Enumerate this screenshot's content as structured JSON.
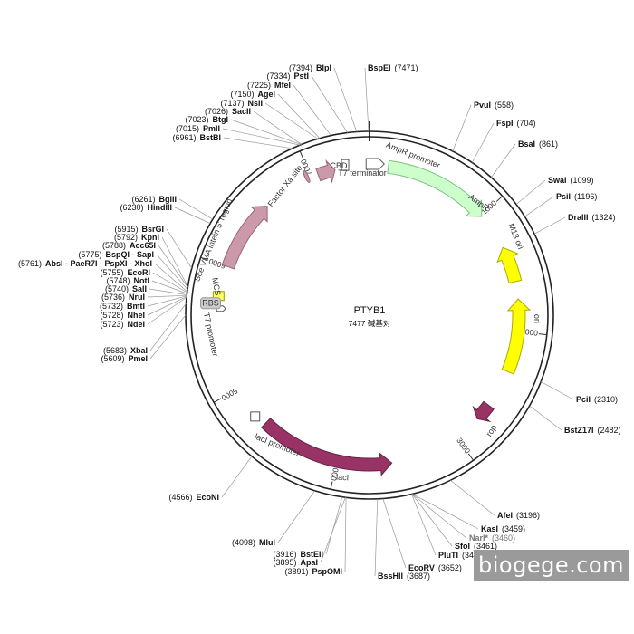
{
  "plasmid": {
    "name": "PTYB1",
    "length": 7477,
    "length_label": "7477 碱基对"
  },
  "ticks": [
    {
      "pos": 1000,
      "label": "1000"
    },
    {
      "pos": 2000,
      "label": "2000"
    },
    {
      "pos": 3000,
      "label": "3000"
    },
    {
      "pos": 4000,
      "label": "4000"
    },
    {
      "pos": 5000,
      "label": "5000"
    },
    {
      "pos": 6000,
      "label": "6000"
    },
    {
      "pos": 7000,
      "label": "7000"
    }
  ],
  "features": [
    {
      "name": "AmpR promoter",
      "start": 7475,
      "end": 100,
      "color": "#ffffff",
      "stroke": "#555555",
      "kind": "promoter"
    },
    {
      "name": "AmpR",
      "start": 150,
      "end": 1010,
      "color": "#ccffcc",
      "stroke": "#7fbf7f"
    },
    {
      "name": "M13 ori",
      "start": 1310,
      "end": 1600,
      "color": "#ffff00",
      "stroke": "#aaaa00",
      "reverse": true
    },
    {
      "name": "ori",
      "start": 1740,
      "end": 2330,
      "color": "#ffff00",
      "stroke": "#aaaa00",
      "reverse": true
    },
    {
      "name": "rop",
      "start": 2640,
      "end": 2780,
      "color": "#993366",
      "stroke": "#662244"
    },
    {
      "name": "lacI",
      "start": 3560,
      "end": 4650,
      "color": "#993366",
      "stroke": "#662244",
      "reverse": true
    },
    {
      "name": "lacI promoter",
      "start": 4720,
      "end": 4760,
      "color": "#ffffff",
      "stroke": "#555555",
      "kind": "promoter"
    },
    {
      "name": "Sce VMA intein 5' region",
      "start": 6000,
      "end": 6580,
      "color": "#cc99aa",
      "stroke": "#996677"
    },
    {
      "name": "MCS",
      "start": 5755,
      "end": 5805,
      "color": "#ffff66",
      "stroke": "#999900",
      "kind": "box"
    },
    {
      "name": "T7 promoter",
      "start": 5650,
      "end": 5668,
      "color": "#ffffff",
      "stroke": "#555555",
      "kind": "promoter"
    },
    {
      "name": "RBS",
      "start": 5700,
      "end": 5700,
      "color": "#cccccc",
      "kind": "rbs"
    },
    {
      "name": "Factor Xa site",
      "start": 6960,
      "end": 6975,
      "color": "#cc99aa",
      "stroke": "#996677",
      "kind": "tiny"
    },
    {
      "name": "CBD",
      "start": 7060,
      "end": 7200,
      "color": "#cc99aa",
      "stroke": "#996677"
    },
    {
      "name": "T7 terminator",
      "start": 7270,
      "end": 7300,
      "color": "#ffffff",
      "stroke": "#555555",
      "kind": "box"
    }
  ],
  "sites": [
    {
      "name": "BspEI",
      "pos": "7471"
    },
    {
      "name": "PvuI",
      "pos": "558"
    },
    {
      "name": "FspI",
      "pos": "704"
    },
    {
      "name": "BsaI",
      "pos": "861"
    },
    {
      "name": "SwaI",
      "pos": "1099"
    },
    {
      "name": "PsiI",
      "pos": "1196"
    },
    {
      "name": "DraIII",
      "pos": "1324"
    },
    {
      "name": "PciI",
      "pos": "2310"
    },
    {
      "name": "BstZ17I",
      "pos": "2482"
    },
    {
      "name": "AfeI",
      "pos": "3196"
    },
    {
      "name": "KasI",
      "pos": "3459"
    },
    {
      "name": "NarI*",
      "pos": "3460",
      "grey": true
    },
    {
      "name": "SfoI",
      "pos": "3461"
    },
    {
      "name": "PluTI",
      "pos": "3463"
    },
    {
      "name": "EcoRV",
      "pos": "3652"
    },
    {
      "name": "BssHII",
      "pos": "3687"
    },
    {
      "name": "PspOMI",
      "pos": "3891"
    },
    {
      "name": "ApaI",
      "pos": "3895"
    },
    {
      "name": "BstEII",
      "pos": "3916"
    },
    {
      "name": "MluI",
      "pos": "4098"
    },
    {
      "name": "EcoNI",
      "pos": "4566"
    },
    {
      "name": "PmeI",
      "pos": "5609"
    },
    {
      "name": "XbaI",
      "pos": "5683"
    },
    {
      "name": "NdeI",
      "pos": "5723"
    },
    {
      "name": "NheI",
      "pos": "5728"
    },
    {
      "name": "BmtI",
      "pos": "5732"
    },
    {
      "name": "NruI",
      "pos": "5736"
    },
    {
      "name": "SalI",
      "pos": "5740"
    },
    {
      "name": "NotI",
      "pos": "5748"
    },
    {
      "name": "EcoRI",
      "pos": "5755"
    },
    {
      "name": "AbsI - PaeR7I - PspXI - XhoI",
      "pos": "5761"
    },
    {
      "name": "BspQI - SapI",
      "pos": "5775"
    },
    {
      "name": "Acc65I",
      "pos": "5788"
    },
    {
      "name": "KpnI",
      "pos": "5792"
    },
    {
      "name": "BsrGI",
      "pos": "5915"
    },
    {
      "name": "HindIII",
      "pos": "6230"
    },
    {
      "name": "BglII",
      "pos": "6261"
    },
    {
      "name": "BstBI",
      "pos": "6961"
    },
    {
      "name": "PmlI",
      "pos": "7015"
    },
    {
      "name": "BtgI",
      "pos": "7023"
    },
    {
      "name": "SacII",
      "pos": "7026"
    },
    {
      "name": "NsiI",
      "pos": "7137"
    },
    {
      "name": "AgeI",
      "pos": "7150"
    },
    {
      "name": "MfeI",
      "pos": "7225"
    },
    {
      "name": "PstI",
      "pos": "7334"
    },
    {
      "name": "BlpI",
      "pos": "7394"
    }
  ],
  "watermark": "biogege.com"
}
